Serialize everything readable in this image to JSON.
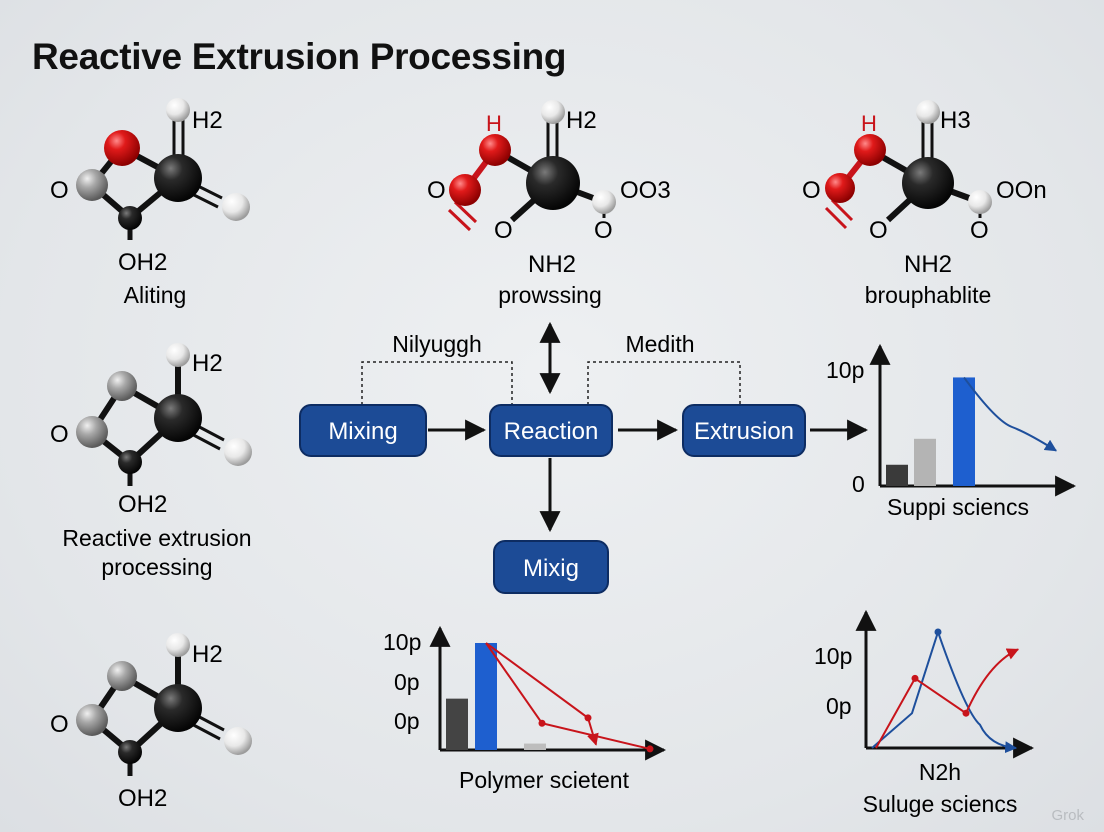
{
  "title": "Reactive Extrusion Processing",
  "watermark": "Grok",
  "molecules": [
    {
      "atom_top": "H2",
      "atom_left": "O",
      "atom_bottom": "OH2",
      "caption": "Aliting"
    },
    {
      "atom_red": "H",
      "atom_top": "H2",
      "atom_left": "O",
      "atom_bottom_left": "O",
      "atom_bottom_right": "O",
      "atom_right": "OO3",
      "atom_bottom": "NH2",
      "caption": "prowssing"
    },
    {
      "atom_red": "H",
      "atom_top": "H3",
      "atom_left": "O",
      "atom_bottom_left": "O",
      "atom_bottom_right": "O",
      "atom_right": "OOn",
      "atom_bottom": "NH2",
      "caption": "brouphablite"
    },
    {
      "atom_top": "H2",
      "atom_left": "O",
      "atom_bottom": "OH2",
      "caption_line1": "Reactive extrusion",
      "caption_line2": "processing"
    },
    {
      "atom_top": "H2",
      "atom_left": "O",
      "atom_bottom": "OH2"
    }
  ],
  "flow": {
    "steps": [
      "Mixing",
      "Reaction",
      "Extrusion"
    ],
    "side_step": "Mixig",
    "bracket_labels": [
      "Nilyuggh",
      "Medith"
    ]
  },
  "chart_data": [
    {
      "type": "bar",
      "title": "",
      "xlabel": "Suppi sciencs",
      "ylabel": "",
      "ytick_labels": [
        "10p",
        "0"
      ],
      "ylim": [
        0,
        10
      ],
      "values": [
        1.8,
        4.0,
        9.2
      ],
      "bar_colors": [
        "#3a3a3a",
        "#b4b4b4",
        "#1e5fcf"
      ],
      "line": {
        "color": "#1e4f9c",
        "values": [
          9.2,
          5.0,
          3.0
        ]
      }
    },
    {
      "type": "bar",
      "title": "",
      "xlabel": "Polymer scietent",
      "ylabel": "",
      "ytick_labels": [
        "10p",
        "0p",
        "0p"
      ],
      "ylim": [
        0,
        10
      ],
      "values": [
        4.8,
        10,
        0.6
      ],
      "bar_colors": [
        "#444444",
        "#1e5fcf",
        "#bdbdbd"
      ],
      "lines": [
        {
          "color": "#c8141b",
          "values": [
            10,
            2.5,
            0.1
          ]
        },
        {
          "color": "#c8141b",
          "values": [
            10,
            3.0,
            0.5
          ]
        }
      ]
    },
    {
      "type": "line",
      "title": "",
      "xlabel": "N2h",
      "xlabel2": "Suluge sciencs",
      "ytick_labels": [
        "10p",
        "0p"
      ],
      "ylim": [
        0,
        10
      ],
      "series": [
        {
          "color": "#1e4f9c",
          "values": [
            0,
            3,
            10,
            2,
            0
          ]
        },
        {
          "color": "#c8141b",
          "values": [
            0,
            6,
            3,
            8.5
          ]
        }
      ]
    }
  ],
  "colors": {
    "process_box": "#1c4b96",
    "accent_blue": "#1e5fcf",
    "accent_red": "#c8141b",
    "atom_black": "#151515",
    "atom_gray": "#9a9a9a",
    "atom_white": "#f2f2f2"
  }
}
